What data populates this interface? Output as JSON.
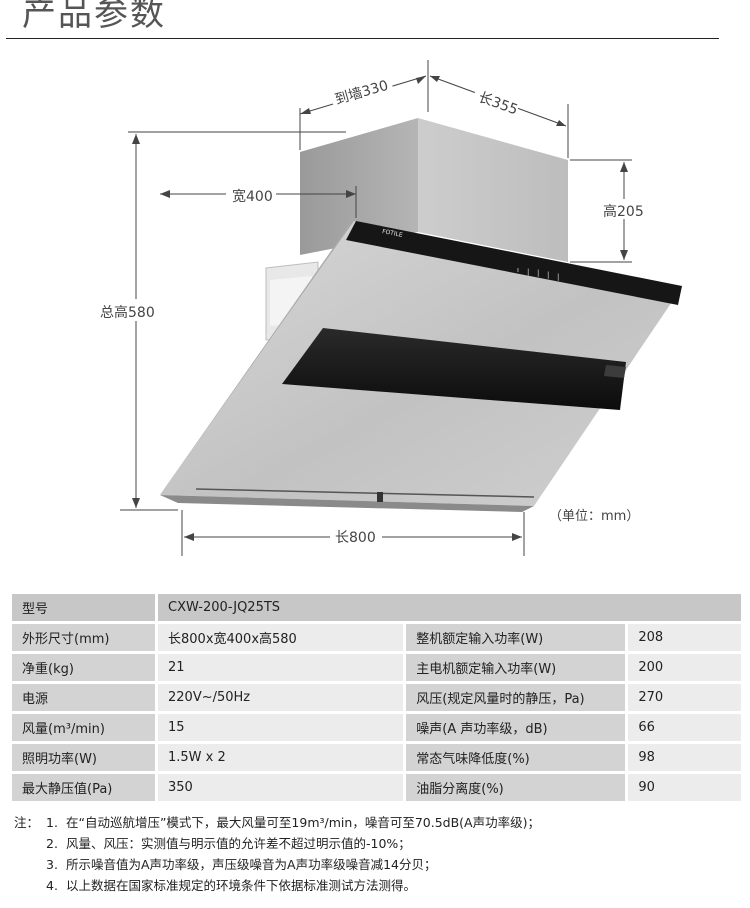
{
  "header": {
    "title": "产品参数"
  },
  "diagram": {
    "brand": "FOTILE",
    "dims": {
      "to_wall": "到墙330",
      "length_top": "长355",
      "width": "宽400",
      "height_top": "高205",
      "total_height": "总高580",
      "length_bottom": "长800",
      "unit": "（单位：mm）"
    },
    "colors": {
      "steel_light": "#cfcfcf",
      "steel_dark": "#8e8e8e",
      "glass": "#141414"
    }
  },
  "specs": {
    "model_label": "型号",
    "model_value": "CXW-200-JQ25TS",
    "rows": [
      {
        "l1": "外形尺寸(mm)",
        "v1": "长800x宽400x高580",
        "l2": "整机额定输入功率(W)",
        "v2": "208"
      },
      {
        "l1": "净重(kg)",
        "v1": "21",
        "l2": "主电机额定输入功率(W)",
        "v2": "200"
      },
      {
        "l1": "电源",
        "v1": "220V~/50Hz",
        "l2": "风压(规定风量时的静压，Pa)",
        "v2": "270"
      },
      {
        "l1": "风量(m³/min)",
        "v1": "15",
        "l2": "噪声(A 声功率级，dB)",
        "v2": "66"
      },
      {
        "l1": "照明功率(W)",
        "v1": "1.5W x 2",
        "l2": "常态气味降低度(%)",
        "v2": "98"
      },
      {
        "l1": "最大静压值(Pa)",
        "v1": "350",
        "l2": "油脂分离度(%)",
        "v2": "90"
      }
    ]
  },
  "notes": {
    "prefix": "注：",
    "items": [
      {
        "num": "1.",
        "text": "在“自动巡航增压”模式下，最大风量可至19m³/min，噪音可至70.5dB(A声功率级)；"
      },
      {
        "num": "2.",
        "text": "风量、风压：实测值与明示值的允许差不超过明示值的-10%；"
      },
      {
        "num": "3.",
        "text": "所示噪音值为A声功率级，声压级噪音为A声功率级噪音减14分贝；"
      },
      {
        "num": "4.",
        "text": "以上数据在国家标准规定的环境条件下依据标准测试方法测得。"
      }
    ]
  }
}
